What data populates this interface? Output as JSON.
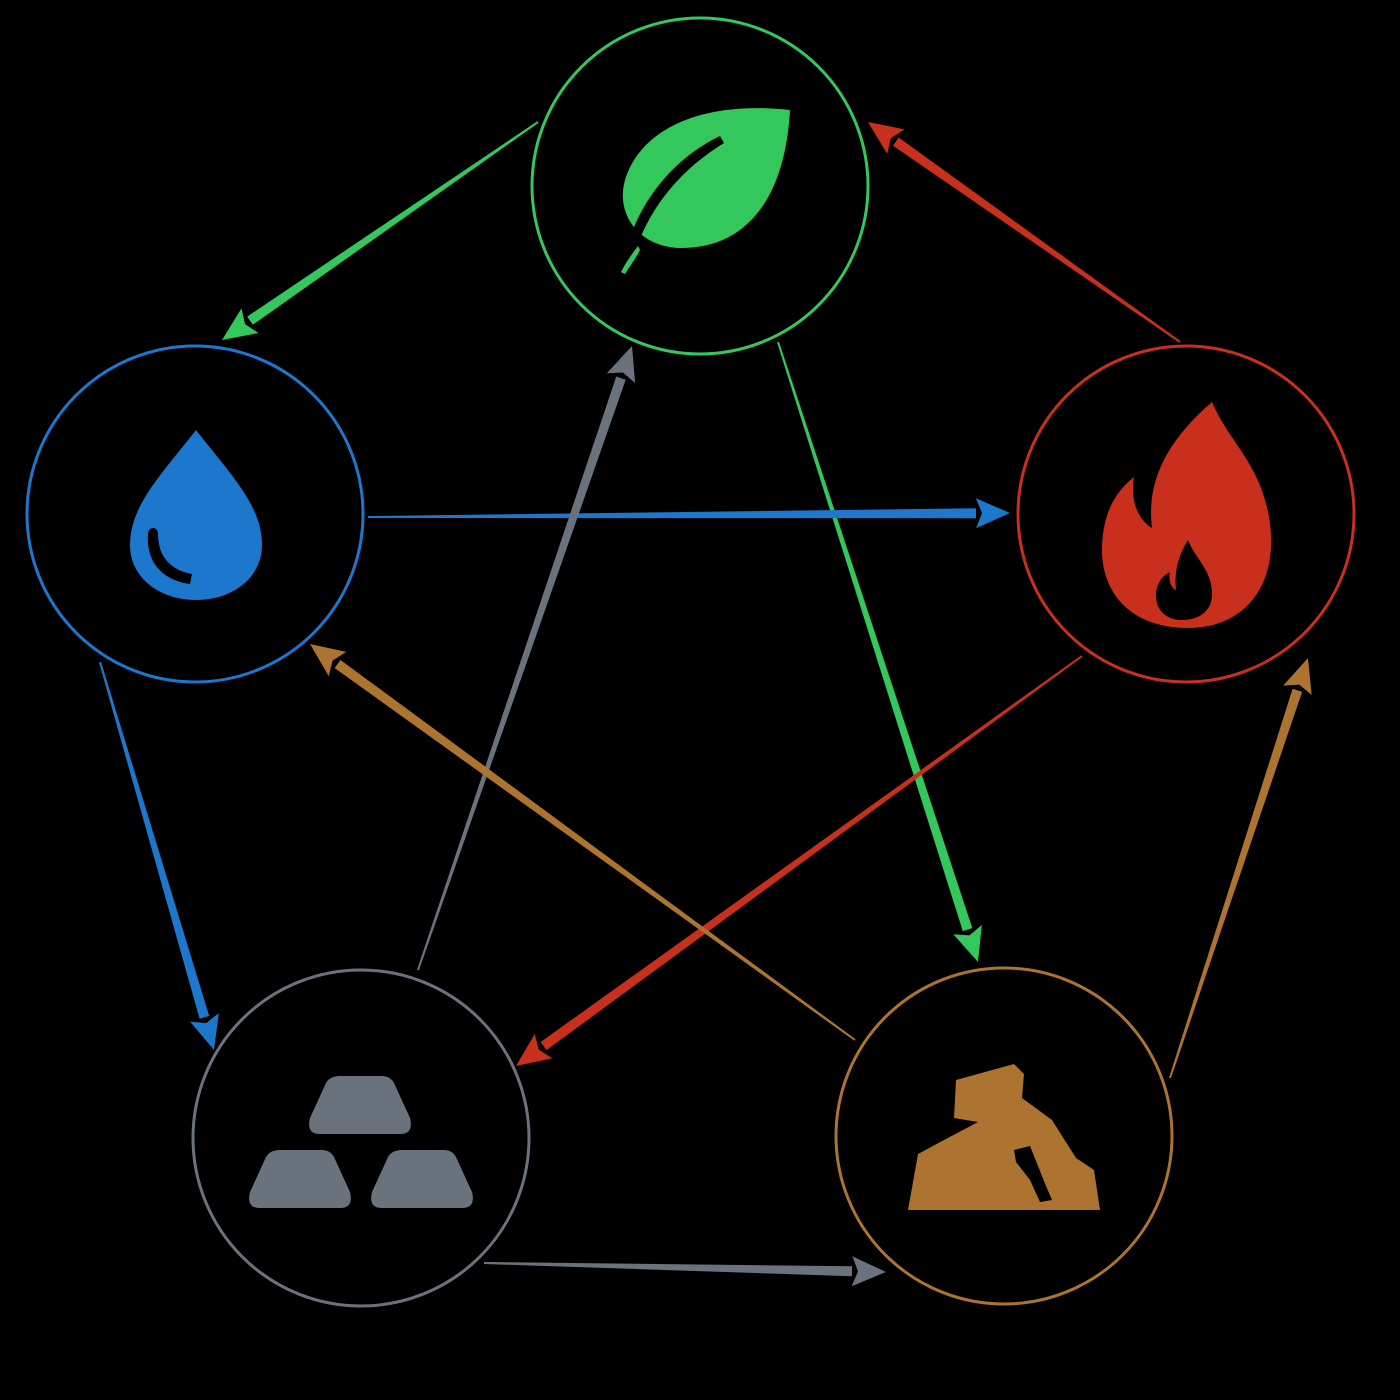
{
  "diagram": {
    "background": "#000000",
    "nodes": [
      {
        "id": "wood",
        "icon": "leaf-icon",
        "color": "#33c75c"
      },
      {
        "id": "fire",
        "icon": "flame-icon",
        "color": "#c8301d"
      },
      {
        "id": "earth",
        "icon": "rock-icon",
        "color": "#ad7330"
      },
      {
        "id": "metal",
        "icon": "metal-ingots-icon",
        "color": "#6a737d"
      },
      {
        "id": "water",
        "icon": "water-drop-icon",
        "color": "#1d77cc"
      }
    ],
    "arrows": [
      {
        "from": "wood",
        "to": "water",
        "color": "#33c75c"
      },
      {
        "from": "wood",
        "to": "earth",
        "color": "#33c75c"
      },
      {
        "from": "fire",
        "to": "wood",
        "color": "#c8301d"
      },
      {
        "from": "fire",
        "to": "metal",
        "color": "#c8301d"
      },
      {
        "from": "water",
        "to": "fire",
        "color": "#1d77cc"
      },
      {
        "from": "water",
        "to": "metal",
        "color": "#1d77cc"
      },
      {
        "from": "metal",
        "to": "wood",
        "color": "#6a737d"
      },
      {
        "from": "metal",
        "to": "earth",
        "color": "#6a737d"
      },
      {
        "from": "earth",
        "to": "water",
        "color": "#ad7330"
      },
      {
        "from": "earth",
        "to": "fire",
        "color": "#ad7330"
      }
    ]
  }
}
